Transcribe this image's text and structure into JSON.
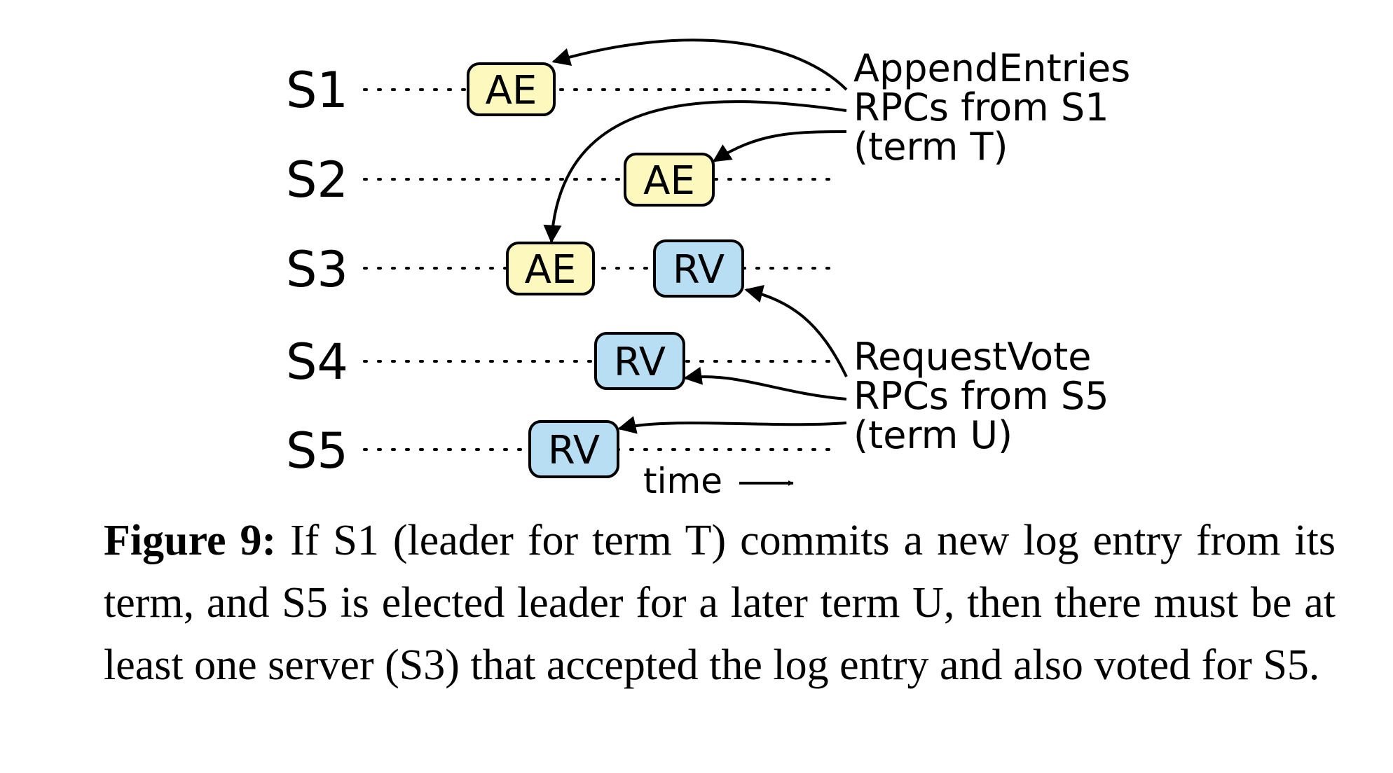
{
  "servers": [
    "S1",
    "S2",
    "S3",
    "S4",
    "S5"
  ],
  "boxes": {
    "s1_ae": "AE",
    "s2_ae": "AE",
    "s3_ae": "AE",
    "s3_rv": "RV",
    "s4_rv": "RV",
    "s5_rv": "RV"
  },
  "annotations": {
    "append_entries": [
      "AppendEntries",
      "RPCs from S1",
      "(term T)"
    ],
    "request_vote": [
      "RequestVote",
      "RPCs from S5",
      "(term U)"
    ]
  },
  "time_label": "time",
  "colors": {
    "append_entries_fill": "#FDF8BE",
    "request_vote_fill": "#B8DEF4",
    "stroke": "#000000"
  },
  "caption": {
    "label": "Figure 9:",
    "text": "If S1 (leader for term T) commits a new log entry from its term, and S5 is elected leader for a later term U, then there must be at least one server (S3) that accepted the log entry and also voted for S5."
  }
}
